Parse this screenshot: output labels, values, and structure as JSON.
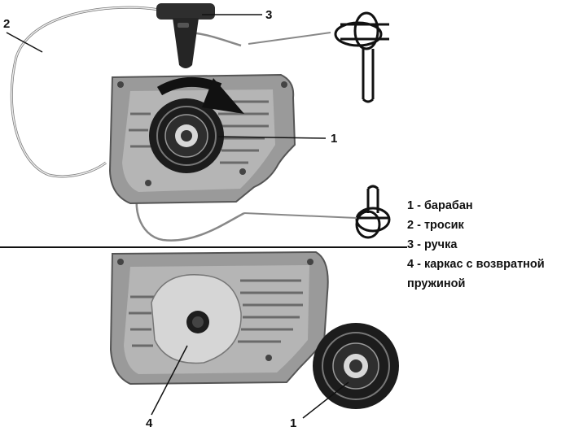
{
  "callouts": {
    "top_drum": "1",
    "cord": "2",
    "handle": "3",
    "bottom_drum": "1",
    "housing": "4"
  },
  "legend": [
    "1 - барабан",
    "2 - тросик",
    "3 - ручка",
    "4 -  каркас с возвратной",
    "пружиной"
  ]
}
